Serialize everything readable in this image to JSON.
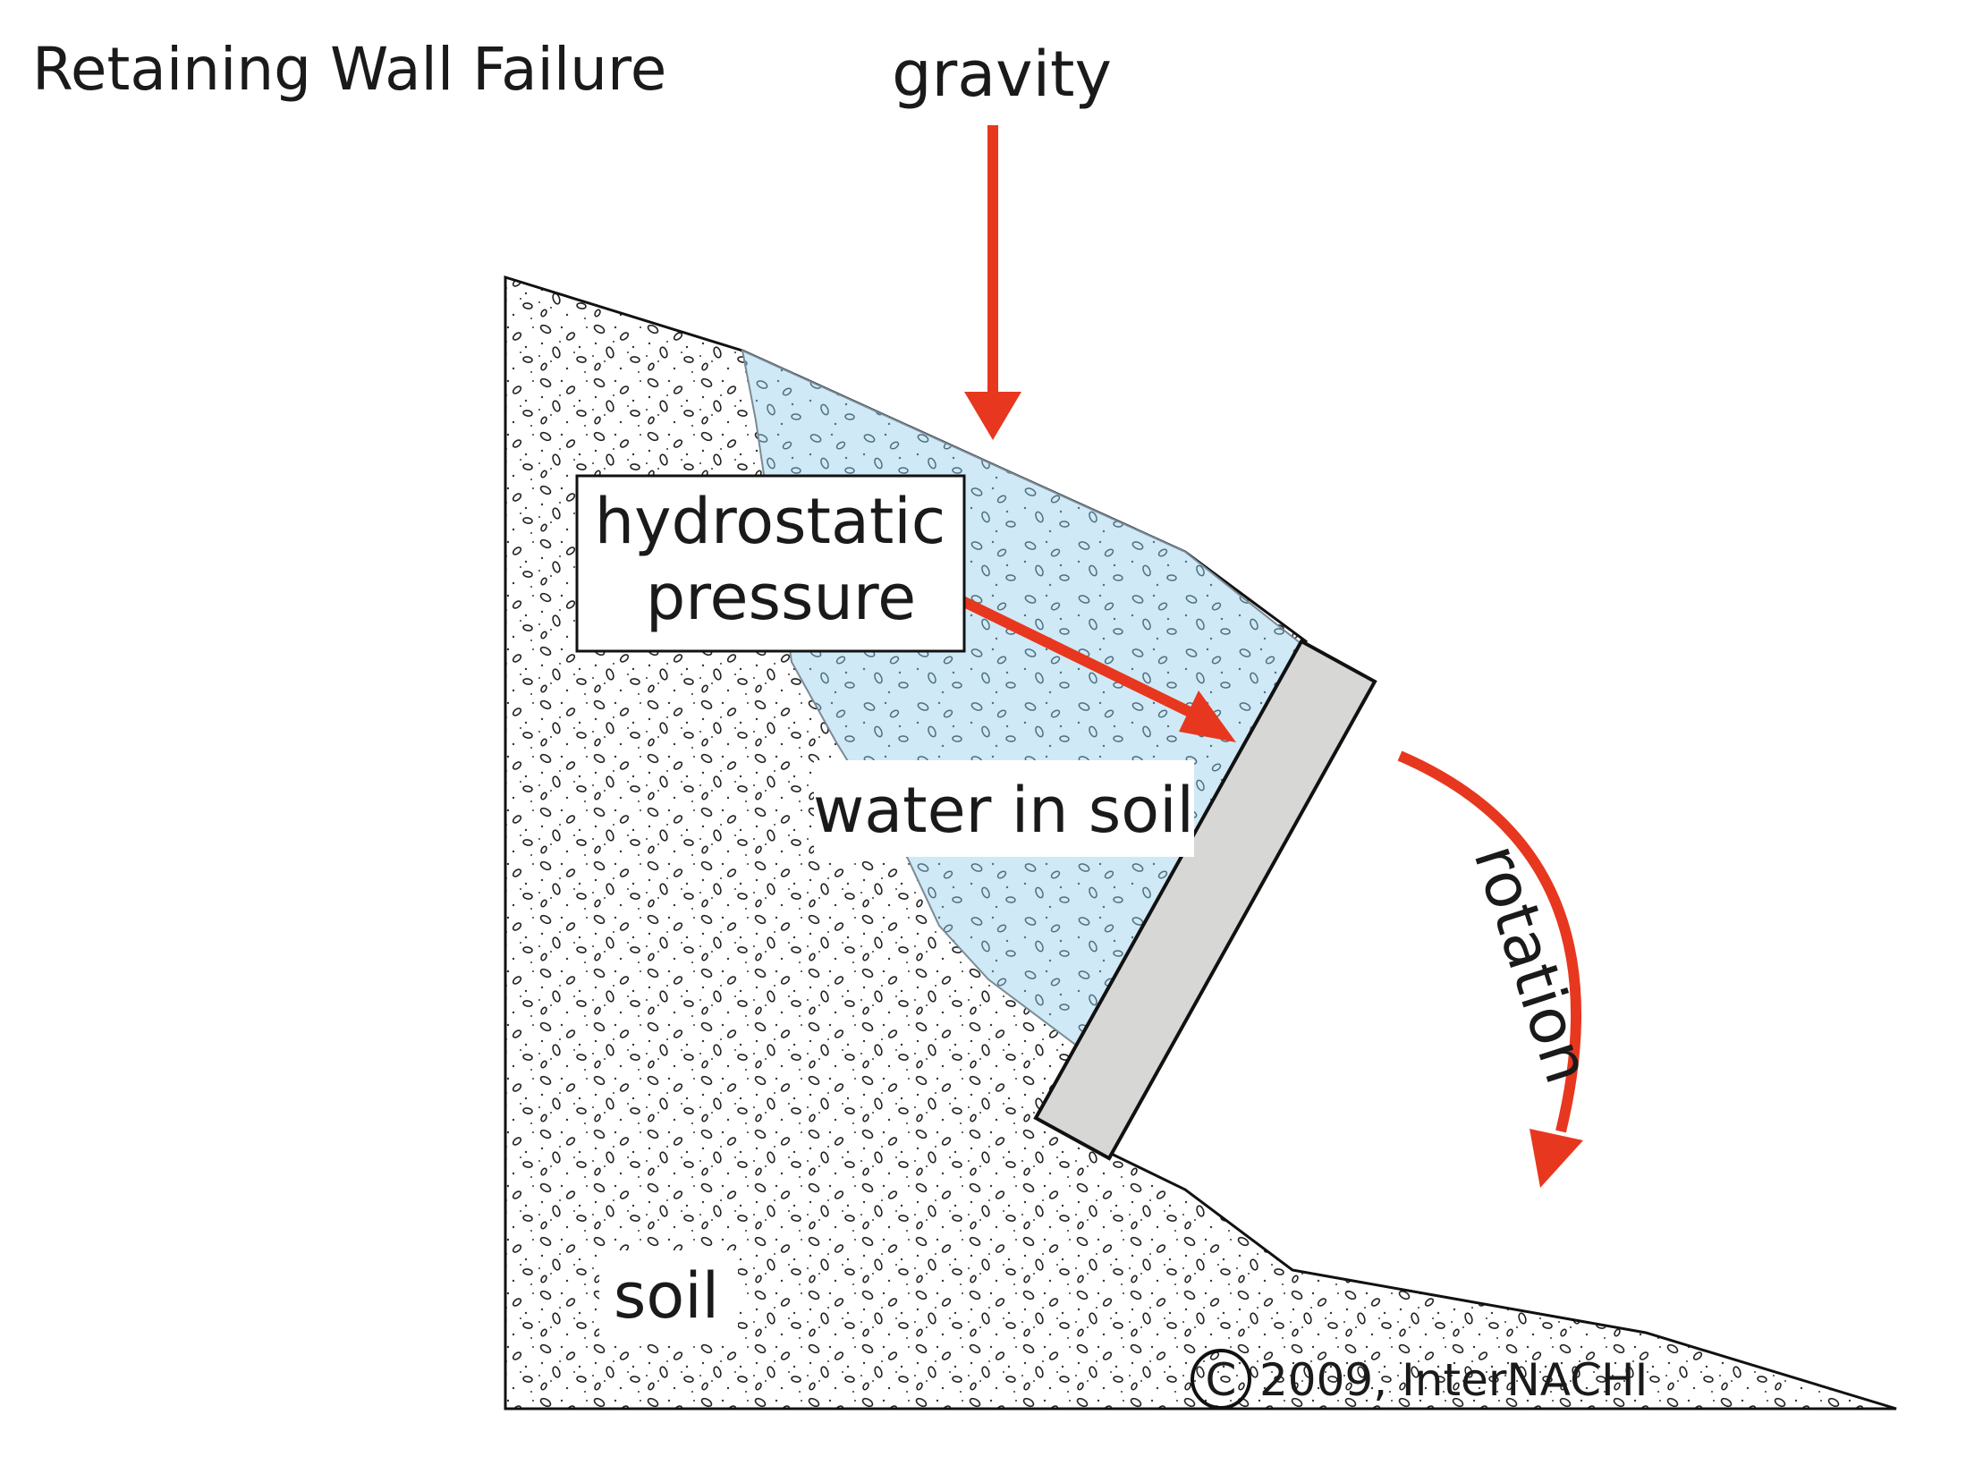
{
  "title": "Retaining Wall Failure",
  "labels": {
    "gravity": "gravity",
    "hydrostatic_line1": "hydrostatic",
    "hydrostatic_line2": "pressure",
    "water_in_soil": "water in soil",
    "rotation": "rotation",
    "soil": "soil",
    "copyright": "2009, InterNACHI",
    "copyright_symbol": "C"
  },
  "colors": {
    "arrow": "#e8371f",
    "water": "#cfe9f6",
    "wall": "#d7d7d5",
    "soil": "#ffffff",
    "outline": "#111111"
  }
}
